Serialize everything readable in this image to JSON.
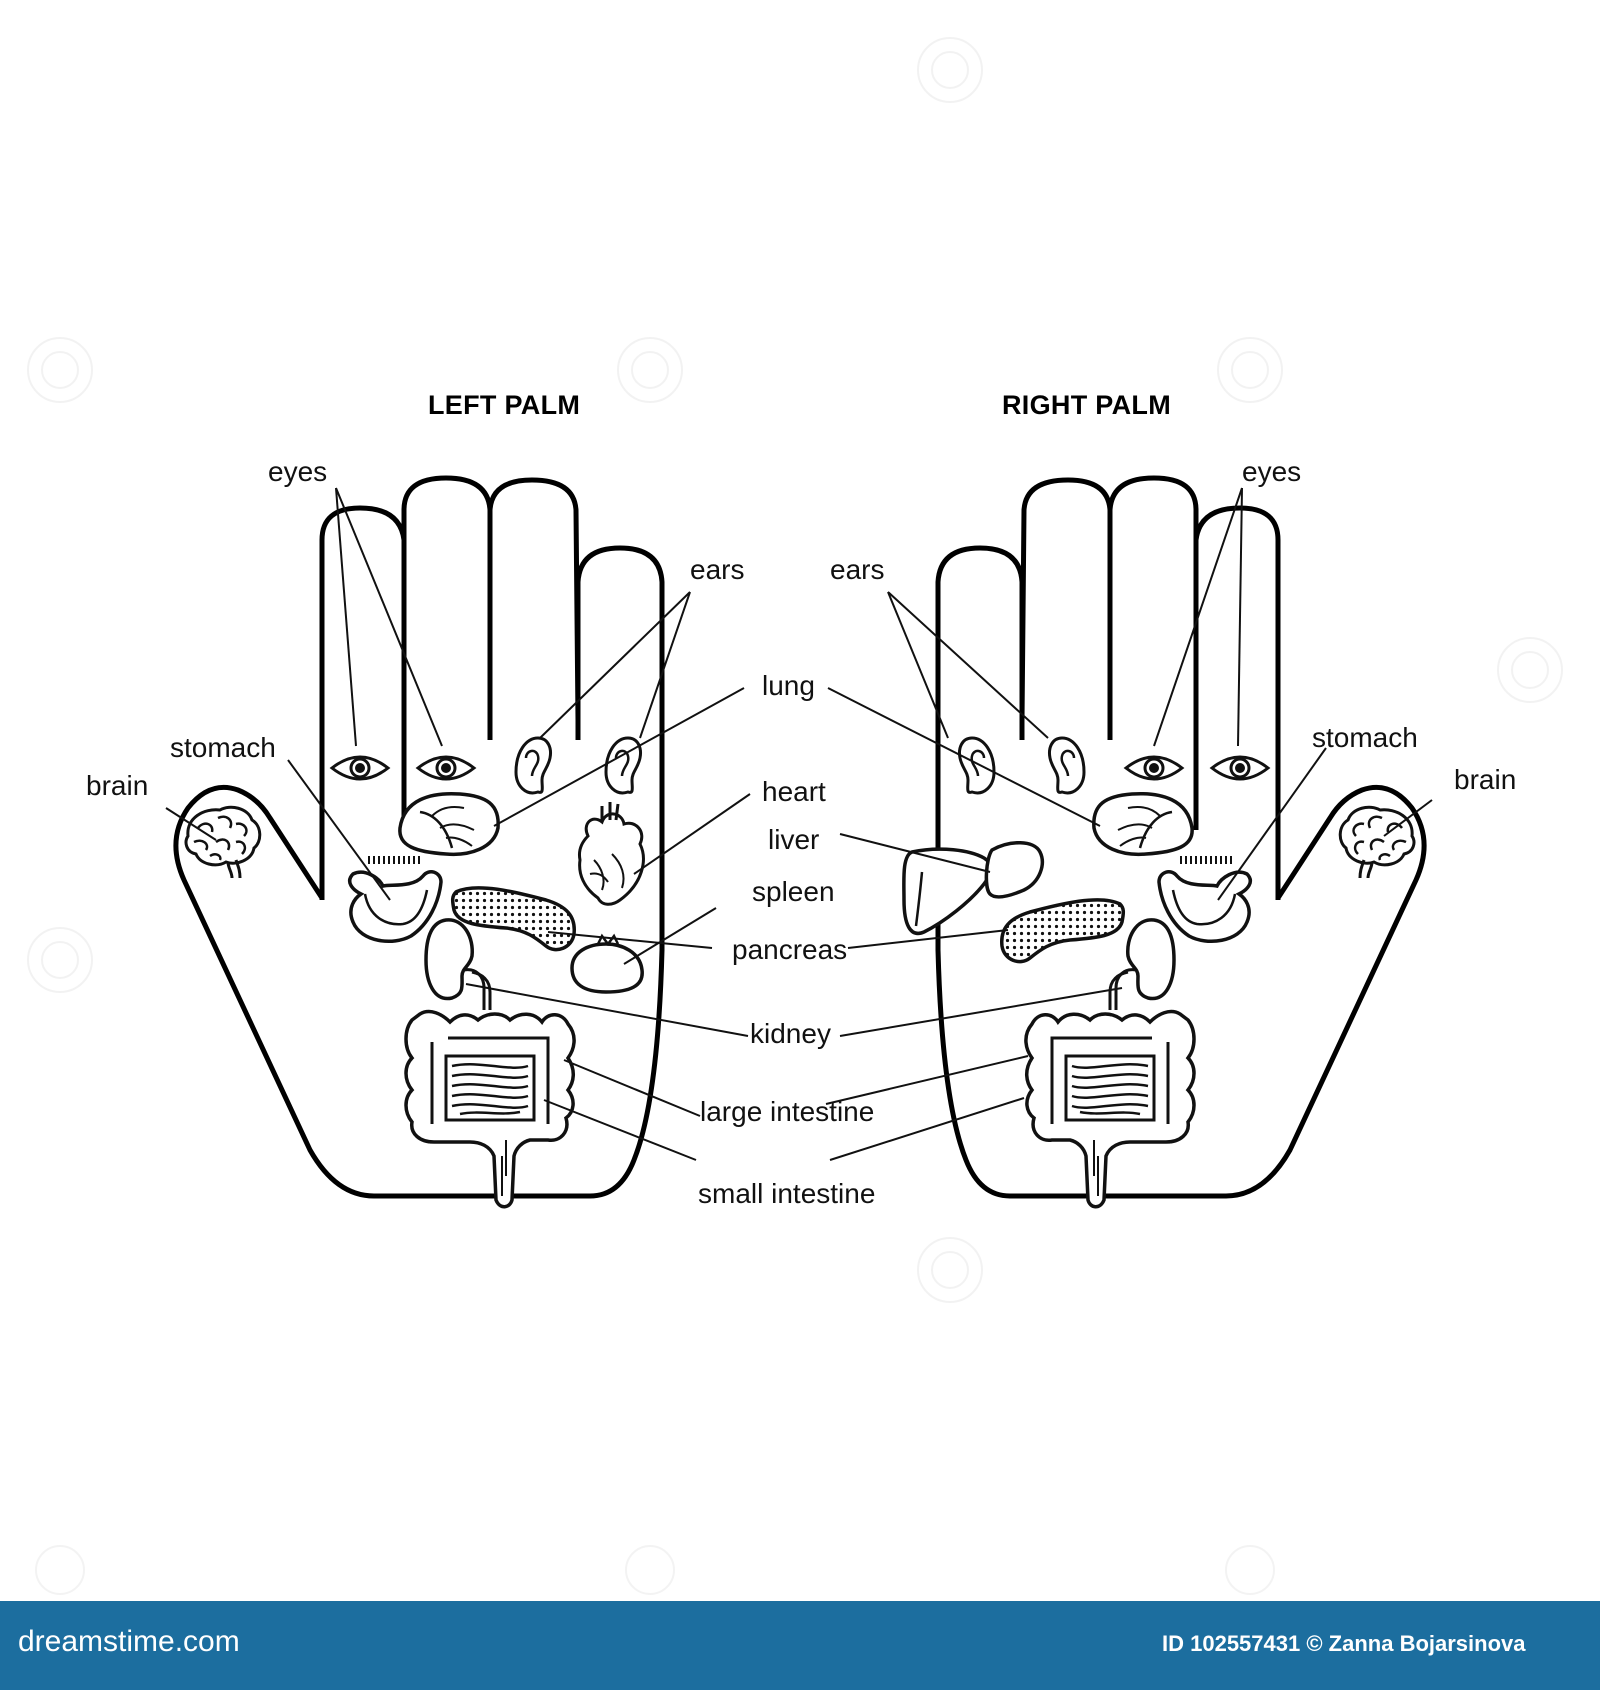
{
  "titles": {
    "left": "LEFT PALM",
    "right": "RIGHT PALM"
  },
  "left_labels": {
    "eyes": "eyes",
    "ears": "ears",
    "stomach": "stomach",
    "brain": "brain"
  },
  "right_labels": {
    "eyes": "eyes",
    "ears": "ears",
    "stomach": "stomach",
    "brain": "brain"
  },
  "center_labels": {
    "lung": "lung",
    "heart": "heart",
    "liver": "liver",
    "spleen": "spleen",
    "pancreas": "pancreas",
    "kidney": "kidney",
    "large_intestine": "large intestine",
    "small_intestine": "small intestine"
  },
  "footer": {
    "watermark": "dreamstime.com",
    "id_text": "ID 102557431 © Zanna Bojarsinova"
  },
  "colors": {
    "outline": "#111111",
    "footer_bar": "#1c6e9f",
    "background": "#ffffff"
  },
  "icons": [
    "eye-icon",
    "ear-icon",
    "lung-icon",
    "heart-icon",
    "brain-icon",
    "stomach-icon",
    "pancreas-icon",
    "spleen-icon",
    "liver-icon",
    "kidney-icon",
    "intestine-icon"
  ]
}
